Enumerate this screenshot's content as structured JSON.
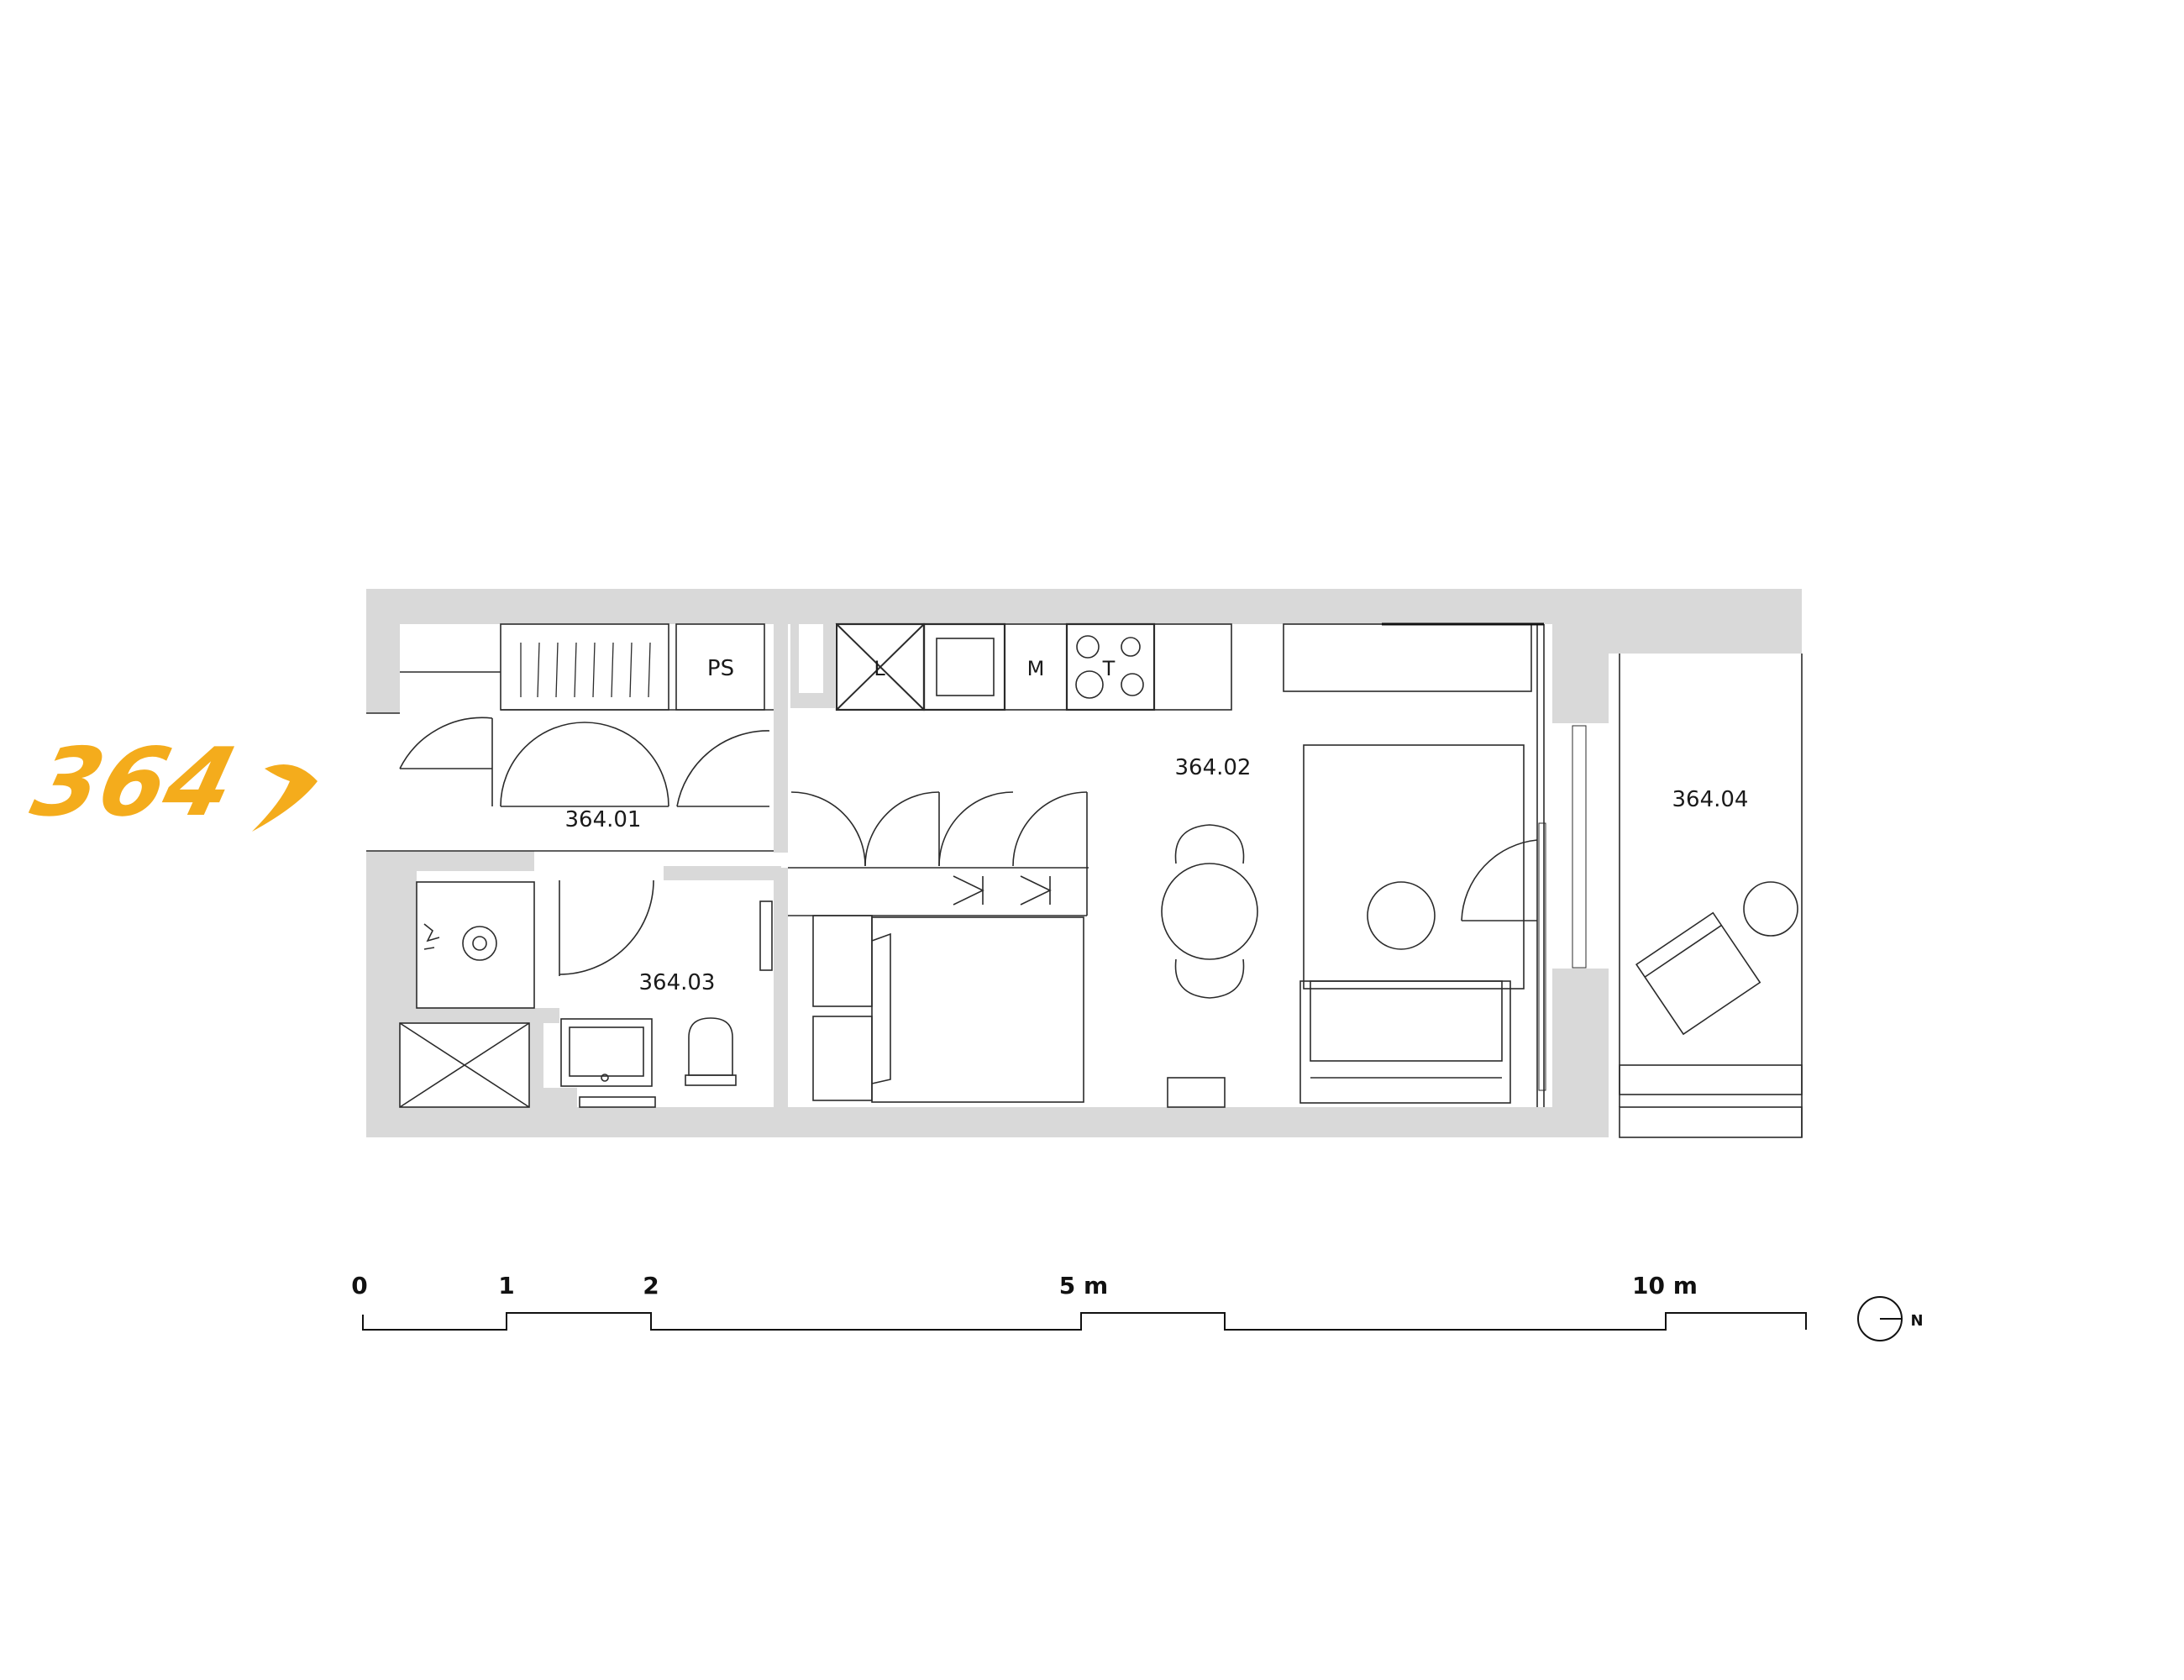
{
  "unit_badge": {
    "number": "364",
    "color": "#F4AC1C"
  },
  "rooms": {
    "entry": "364.01",
    "living": "364.02",
    "bath": "364.03",
    "balcony": "364.04"
  },
  "fixtures": {
    "storage": "PS",
    "sink": "L",
    "microwave": "M",
    "cooktop": "T"
  },
  "scale": {
    "tick_0": "0",
    "tick_1": "1",
    "tick_2": "2",
    "tick_5": "5 m",
    "tick_10": "10 m"
  },
  "north": "N",
  "colors": {
    "wall": "#D9D9D9",
    "line": "#2b2b2b",
    "accent": "#F4AC1C"
  }
}
